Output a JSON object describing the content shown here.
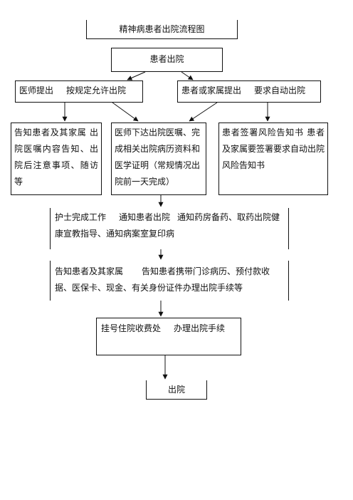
{
  "title": "精神病患者出院流程图",
  "nodes": {
    "start": "患者出院",
    "doctor_proposal": {
      "part1": "医师提出",
      "part2": "按规定允许出院"
    },
    "family_proposal": {
      "part1": "患者或家属提出",
      "part2": "要求自动出院"
    },
    "inform_family": "告知患者及其家属 出院医嘱内容告知、出院后注意事项、随访等",
    "doctor_orders": "医师下达出院医嘱、完成相关出院病历资料和医学证明（常规情况出院前一天完成）",
    "risk_notice": "患者签署风险告知书 患者及家属要签署要求自动出院风险告知书",
    "nurse_tasks": {
      "part1": "护士完成工作",
      "part2": "通知患者出院",
      "part3": "通知药房备药、取药出院健康宣教指导、通知病案室复印病"
    },
    "bring_documents": {
      "part1": "告知患者及其家属",
      "part2": "告知患者携带门诊病历、预付款收据、医保卡、现金、有关身份证件办理出院手续等"
    },
    "billing": {
      "part1": "挂号住院收费处",
      "part2": "办理出院手续"
    },
    "end": "出院"
  }
}
